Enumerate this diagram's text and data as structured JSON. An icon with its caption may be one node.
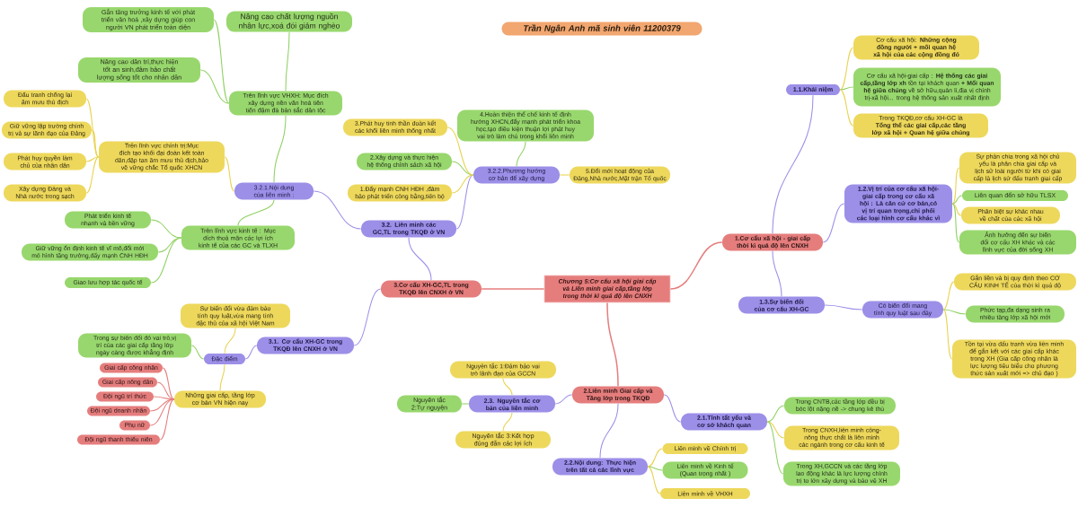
{
  "diagram": {
    "nodes": [
      {
        "text": [
          "Trần Ngân Anh mã sinh viên 11200379"
        ]
      },
      {
        "text": [
          "Chương 5:Cơ cấu xã hội giai cấp và Liên minh giai cấp,tầng lớp trong thời kì quá độ lên CNXH"
        ]
      },
      {
        "text": [
          "1.Cơ cấu xã hội - giai cấp thời kì quá độ lên CNXH"
        ]
      },
      {
        "text": [
          "1.1.Khái niệm"
        ]
      },
      {
        "text": [
          "Cơ cấu xã hội: **Những cộng đồng người + mối quan hệ xã hội của các cộng đồng đó**"
        ]
      },
      {
        "text": [
          "Cơ cấu xã hội-giai cấp : **Hệ thống các giai cấp,tầng lớp xh** tồn tại khách quan **+ Mối quan hệ giữa chúng** về sở hữu,quản lí,địa vị chính trị-xã hội... trong hệ thống sản xuất nhất định"
        ]
      },
      {
        "text": [
          "Trong TKQĐ,cơ cấu XH-GC là **Tổng thể các giai cấp,các tầng lớp xã hội + Quan hệ giữa chúng**"
        ]
      },
      {
        "text": [
          "1.2.Vị trí của cơ cấu xã hội-giai cấp trong cơ cấu xã hội : Là căn cứ cơ bản,có vị trí quan trọng,chi phối các loại hình cơ cấu khác vì"
        ]
      },
      {
        "text": [
          "Sự phân chia trong xã hội chủ yếu là phân chia giai cấp và lịch sử loài người từ khi có giai cấp là lịch sử đấu tranh giai cấp"
        ]
      },
      {
        "text": [
          "Liên quan đến sở hữu TLSX"
        ]
      },
      {
        "text": [
          "Phân biệt sự khác nhau về chất của các xã hội"
        ]
      },
      {
        "text": [
          "Ảnh hưởng đến sự biến đổi cơ cấu XH khác và các lĩnh vực của đời sống XH"
        ]
      },
      {
        "text": [
          "1.3.Sự biến đổi của cơ cấu XH-GC"
        ]
      },
      {
        "text": [
          "Có biến đổi mang tính quy luật sau đây"
        ]
      },
      {
        "text": [
          "Gắn liền và bị quy định theo CƠ CẤU KINH TẾ của thời kì quá độ"
        ]
      },
      {
        "text": [
          "Phức tạp,đa dạng sinh ra nhiều tầng lớp xã hội mới"
        ]
      },
      {
        "text": [
          "Tồn tại vừa đấu tranh vừa liên minh để gắn kết với các giai cấp khác trong XH (Gia cấp công nhân là lực lượng tiêu biểu cho phương thức sản xuất mới => chủ đạo )"
        ]
      },
      {
        "text": [
          "2.Liên minh Giai cấp và Tầng lớp trong TKQĐ"
        ]
      },
      {
        "text": [
          "2.1.Tính tất yếu và cơ sở khách quan"
        ]
      },
      {
        "text": [
          "Trong CNTB,các tầng lớp đều bị bóc lột nặng nề -> chung kẻ thù"
        ]
      },
      {
        "text": [
          "Trong CNXH,liên minh công-nông thực chất là liên minh các ngành trong cơ cấu kinh tế"
        ]
      },
      {
        "text": [
          "Trong XH,GCCN và các tầng lớp lao động khác là lực lượng chính trị to lớn xây dựng và bảo vệ XH"
        ]
      },
      {
        "text": [
          "2.2.Nội dung: Thực hiện trên tất cả các lĩnh vực"
        ]
      },
      {
        "text": [
          "Liên minh về Chính trị"
        ]
      },
      {
        "text": [
          "Liên minh về Kinh tế (Quan trọng nhất )"
        ]
      },
      {
        "text": [
          "Liên minh về VHXH"
        ]
      },
      {
        "text": [
          "2.3. Nguyên tắc cơ bản của liên minh"
        ]
      },
      {
        "text": [
          "Nguyên tắc 1:Đảm bảo vai trò lãnh đạo của GCCN"
        ]
      },
      {
        "text": [
          "Nguyên tắc 2:Tự nguyện"
        ]
      },
      {
        "text": [
          "Nguyên tắc 3:Kết hợp đúng đắn các lợi ích"
        ]
      },
      {
        "text": [
          "3.Cơ cấu XH-GC,TL trong TKQĐ lên CNXH ở VN"
        ]
      },
      {
        "text": [
          "3.1. Cơ cấu XH-GC trong TKQĐ lên CNXH ở VN"
        ]
      },
      {
        "text": [
          "Đặc điểm"
        ]
      },
      {
        "text": [
          "Sự biến đổi vừa đảm bảo tính quy luật,vừa mang tính đặc thù của xã hội Việt Nam"
        ]
      },
      {
        "text": [
          "Trong sự biến đổi đó vai trò,vị trí của các giai cấp tầng lớp ngày càng được khẳng định"
        ]
      },
      {
        "text": [
          "Những giai cấp, tầng lớp cơ bản VN hiện nay"
        ]
      },
      {
        "text": [
          "Giai cấp công nhân"
        ]
      },
      {
        "text": [
          "Giai cấp nông dân"
        ]
      },
      {
        "text": [
          "Đội ngũ trí thức"
        ]
      },
      {
        "text": [
          "Đội ngũ doanh nhân"
        ]
      },
      {
        "text": [
          "Phụ nữ"
        ]
      },
      {
        "text": [
          "Đội ngũ thanh thiếu niên"
        ]
      },
      {
        "text": [
          "3.2. Liên minh các GC,TL trong TKQĐ ở VN"
        ]
      },
      {
        "text": [
          "3.2.1.Nội dung của liên minh :"
        ]
      },
      {
        "text": [
          "Trên lĩnh vực VHXH: Mục đích xây dựng nền văn hoá tiên tiến đậm đà bản sắc dân tộc"
        ]
      },
      {
        "text": [
          "Gắn tăng trưởng kinh tế với phát triển văn hoá ,xây dựng giúp con người VN phát triển toàn diện"
        ]
      },
      {
        "text": [
          "Nâng cao chất lượng nguồn nhân lực,xoá đói giảm nghèo"
        ]
      },
      {
        "text": [
          "Nâng cao dân trí,thực hiện tốt an sinh,đảm bảo chất lượng sống tốt cho nhân dân"
        ]
      },
      {
        "text": [
          "Trên lĩnh vực chính trị:Mục đích tạo khối đại đoàn kết toàn dân,đập tan âm mưu thù địch,bảo vệ vững chắc Tổ quốc XHCN"
        ]
      },
      {
        "text": [
          "Đấu tranh chống lại âm mưu thù địch"
        ]
      },
      {
        "text": [
          "Giữ vững lập trường chính trị và sự lãnh đạo của Đảng"
        ]
      },
      {
        "text": [
          "Phát huy quyền làm chủ của nhân dân"
        ]
      },
      {
        "text": [
          "Xây dựng Đảng và Nhà nước trong sạch"
        ]
      },
      {
        "text": [
          "Trên lĩnh vực kinh tế : Mục đích thoả mãn các lợi ích kinh tế của các GC và TLXH"
        ]
      },
      {
        "text": [
          "Phát triển kinh tế nhanh và bền vững"
        ]
      },
      {
        "text": [
          "Giữ vững ổn định kinh tế vĩ mô,đổi mới mô hình tăng trưởng,đẩy mạnh CNH HĐH"
        ]
      },
      {
        "text": [
          "Giao lưu hợp tác quốc tế"
        ]
      },
      {
        "text": [
          "3.2.2.Phương hướng cơ bản để xây dựng"
        ]
      },
      {
        "text": [
          "1.Đẩy mạnh CNH HĐH ,đảm bảo phát triển công bằng,tiến bộ"
        ]
      },
      {
        "text": [
          "2.Xây dựng và thực hiện hệ thống chính sách xã hội"
        ]
      },
      {
        "text": [
          "3.Phát huy tinh thần đoàn kết các khối liên minh thống nhất"
        ]
      },
      {
        "text": [
          "4.Hoàn thiện thể chế kinh tế định hướng XHCN,đẩy mạnh phát triển khoa học,tạo điều kiện thuận lợi phát huy vai trò làm chủ trong khối liên minh"
        ]
      },
      {
        "text": [
          "5.Đổi mới hoạt động của Đảng,Nhà nước,Mặt trận Tổ quốc"
        ]
      }
    ],
    "edges": [
      {
        "from": 1,
        "to": 2,
        "arrow": "none",
        "color": "#e57d7d"
      },
      {
        "from": 1,
        "to": 17,
        "arrow": "none",
        "color": "#e57d7d"
      },
      {
        "from": 1,
        "to": 30,
        "arrow": "none",
        "color": "#e57d7d"
      },
      {
        "from": 2,
        "to": 3,
        "arrow": "none",
        "color": "#9c8fe8"
      },
      {
        "from": 2,
        "to": 7,
        "arrow": "none",
        "color": "#9c8fe8"
      },
      {
        "from": 2,
        "to": 12,
        "arrow": "none",
        "color": "#9c8fe8"
      },
      {
        "from": 3,
        "to": 4,
        "arrow": "none"
      },
      {
        "from": 3,
        "to": 5,
        "arrow": "none",
        "color": "#8fd162"
      },
      {
        "from": 3,
        "to": 6,
        "arrow": "none"
      },
      {
        "from": 7,
        "to": 8,
        "arrow": "none"
      },
      {
        "from": 7,
        "to": 9,
        "arrow": "none",
        "color": "#8fd162"
      },
      {
        "from": 7,
        "to": 10,
        "arrow": "none"
      },
      {
        "from": 7,
        "to": 11,
        "arrow": "none",
        "color": "#8fd162"
      },
      {
        "from": 12,
        "to": 13,
        "arrow": "none",
        "color": "#9c8fe8"
      },
      {
        "from": 13,
        "to": 14,
        "arrow": "none"
      },
      {
        "from": 13,
        "to": 15,
        "arrow": "none",
        "color": "#8fd162"
      },
      {
        "from": 13,
        "to": 16,
        "arrow": "none"
      },
      {
        "from": 17,
        "to": 18,
        "arrow": "none",
        "color": "#9c8fe8"
      },
      {
        "from": 17,
        "to": 22,
        "arrow": "none",
        "color": "#9c8fe8"
      },
      {
        "from": 17,
        "to": 26,
        "arrow": "none",
        "color": "#9c8fe8"
      },
      {
        "from": 18,
        "to": 19,
        "arrow": "none",
        "color": "#8fd162"
      },
      {
        "from": 18,
        "to": 20,
        "arrow": "none"
      },
      {
        "from": 18,
        "to": 21,
        "arrow": "none",
        "color": "#8fd162"
      },
      {
        "from": 22,
        "to": 23,
        "arrow": "none"
      },
      {
        "from": 22,
        "to": 24,
        "arrow": "none",
        "color": "#8fd162"
      },
      {
        "from": 22,
        "to": 25,
        "arrow": "none"
      },
      {
        "from": 26,
        "to": 27,
        "arrow": "none"
      },
      {
        "from": 26,
        "to": 28,
        "arrow": "none",
        "color": "#8fd162"
      },
      {
        "from": 26,
        "to": 29,
        "arrow": "none"
      },
      {
        "from": 30,
        "to": 31,
        "arrow": "none",
        "color": "#9c8fe8"
      },
      {
        "from": 30,
        "to": 42,
        "arrow": "none",
        "color": "#9c8fe8"
      },
      {
        "from": 31,
        "to": 32,
        "arrow": "none",
        "color": "#9c8fe8"
      },
      {
        "from": 32,
        "to": 33,
        "arrow": "none"
      },
      {
        "from": 32,
        "to": 34,
        "arrow": "none",
        "color": "#8fd162"
      },
      {
        "from": 32,
        "to": 35,
        "arrow": "none"
      },
      {
        "from": 35,
        "to": 36,
        "arrow": "none",
        "color": "#e57d7d"
      },
      {
        "from": 35,
        "to": 37,
        "arrow": "none",
        "color": "#e57d7d"
      },
      {
        "from": 35,
        "to": 38,
        "arrow": "none",
        "color": "#e57d7d"
      },
      {
        "from": 35,
        "to": 39,
        "arrow": "none",
        "color": "#e57d7d"
      },
      {
        "from": 35,
        "to": 40,
        "arrow": "none",
        "color": "#e57d7d"
      },
      {
        "from": 35,
        "to": 41,
        "arrow": "none",
        "color": "#e57d7d"
      },
      {
        "from": 42,
        "to": 43,
        "arrow": "none",
        "color": "#9c8fe8"
      },
      {
        "from": 42,
        "to": 57,
        "arrow": "none",
        "color": "#9c8fe8"
      },
      {
        "from": 43,
        "to": 44,
        "arrow": "none",
        "color": "#8fd162"
      },
      {
        "from": 43,
        "to": 48,
        "arrow": "none"
      },
      {
        "from": 43,
        "to": 53,
        "arrow": "none",
        "color": "#8fd162"
      },
      {
        "from": 44,
        "to": 45,
        "arrow": "none",
        "color": "#8fd162"
      },
      {
        "from": 44,
        "to": 46,
        "arrow": "none",
        "color": "#8fd162"
      },
      {
        "from": 44,
        "to": 47,
        "arrow": "none",
        "color": "#8fd162"
      },
      {
        "from": 48,
        "to": 49,
        "arrow": "none"
      },
      {
        "from": 48,
        "to": 50,
        "arrow": "none"
      },
      {
        "from": 48,
        "to": 51,
        "arrow": "none"
      },
      {
        "from": 48,
        "to": 52,
        "arrow": "none"
      },
      {
        "from": 53,
        "to": 54,
        "arrow": "none",
        "color": "#8fd162"
      },
      {
        "from": 53,
        "to": 55,
        "arrow": "none",
        "color": "#8fd162"
      },
      {
        "from": 53,
        "to": 56,
        "arrow": "none",
        "color": "#8fd162"
      },
      {
        "from": 57,
        "to": 58,
        "arrow": "none"
      },
      {
        "from": 57,
        "to": 59,
        "arrow": "none",
        "color": "#8fd162"
      },
      {
        "from": 57,
        "to": 60,
        "arrow": "none"
      },
      {
        "from": 57,
        "to": 61,
        "arrow": "none",
        "color": "#8fd162"
      },
      {
        "from": 57,
        "to": 62,
        "arrow": "none"
      }
    ]
  }
}
